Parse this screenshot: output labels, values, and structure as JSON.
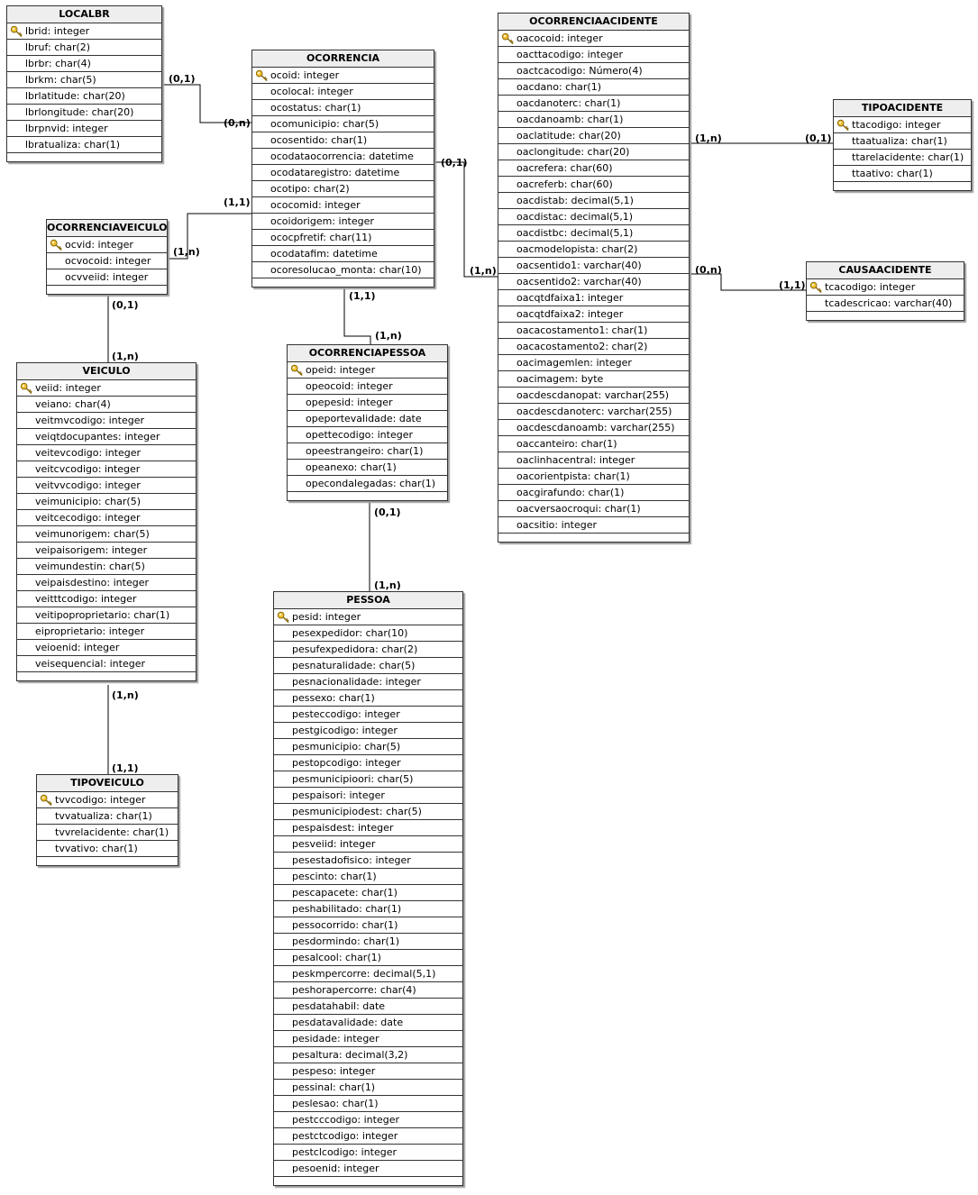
{
  "entities": [
    {
      "id": "localbr",
      "name": "LOCALBR",
      "pk": "lbrid: integer",
      "fields": [
        "lbruf: char(2)",
        "lbrbr: char(4)",
        "lbrkm: char(5)",
        "lbrlatitude: char(20)",
        "lbrlongitude: char(20)",
        "lbrpnvid: integer",
        "lbratualiza: char(1)"
      ]
    },
    {
      "id": "ocorrencia",
      "name": "OCORRENCIA",
      "pk": "ocoid: integer",
      "fields": [
        "ocolocal: integer",
        "ocostatus: char(1)",
        "ocomunicipio: char(5)",
        "ocosentido: char(1)",
        "ocodataocorrencia: datetime",
        "ocodataregistro: datetime",
        "ocotipo: char(2)",
        "ococomid: integer",
        "ocoidorigem: integer",
        "ococpfretif: char(11)",
        "ocodatafim: datetime",
        "ocoresolucao_monta: char(10)"
      ]
    },
    {
      "id": "ocorrenciaacidente",
      "name": "OCORRENCIAACIDENTE",
      "pk": "oacocoid: integer",
      "fields": [
        "oacttacodigo: integer",
        "oactcacodigo: Número(4)",
        "oacdano: char(1)",
        "oacdanoterc: char(1)",
        "oacdanoamb: char(1)",
        "oaclatitude: char(20)",
        "oaclongitude: char(20)",
        "oacrefera: char(60)",
        "oacreferb: char(60)",
        "oacdistab: decimal(5,1)",
        "oacdistac: decimal(5,1)",
        "oacdistbc: decimal(5,1)",
        "oacmodelopista: char(2)",
        "oacsentido1: varchar(40)",
        "oacsentido2: varchar(40)",
        "oacqtdfaixa1: integer",
        "oacqtdfaixa2: integer",
        "oacacostamento1: char(1)",
        "oacacostamento2: char(2)",
        "oacimagemlen: integer",
        "oacimagem: byte",
        "oacdescdanopat: varchar(255)",
        "oacdescdanoterc: varchar(255)",
        "oacdescdanoamb: varchar(255)",
        "oaccanteiro: char(1)",
        "oaclinhacentral: integer",
        "oacorientpista: char(1)",
        "oacgirafundo: char(1)",
        "oacversaocroqui: char(1)",
        "oacsitio: integer"
      ]
    },
    {
      "id": "tipoacidente",
      "name": "TIPOACIDENTE",
      "pk": "ttacodigo: integer",
      "fields": [
        "ttaatualiza: char(1)",
        "ttarelacidente: char(1)",
        "ttaativo: char(1)"
      ]
    },
    {
      "id": "causaacidente",
      "name": "CAUSAACIDENTE",
      "pk": "tcacodigo: integer",
      "fields": [
        "tcadescricao: varchar(40)"
      ]
    },
    {
      "id": "ocorrenciaveiculo",
      "name": "OCORRENCIAVEICULO",
      "pk": "ocvid: integer",
      "fields": [
        "ocvocoid: integer",
        "ocvveiid: integer"
      ]
    },
    {
      "id": "ocorrenciapessoa",
      "name": "OCORRENCIAPESSOA",
      "pk": "opeid: integer",
      "fields": [
        "opeocoid: integer",
        "opepesid: integer",
        "opeportevalidade: date",
        "opettecodigo: integer",
        "opeestrangeiro: char(1)",
        "opeanexo: char(1)",
        "opecondalegadas: char(1)"
      ]
    },
    {
      "id": "veiculo",
      "name": "VEICULO",
      "pk": "veiid: integer",
      "fields": [
        "veiano: char(4)",
        "veitmvcodigo: integer",
        "veiqtdocupantes: integer",
        "veitevcodigo: integer",
        "veitcvcodigo: integer",
        "veitvvcodigo: integer",
        "veimunicipio: char(5)",
        "veitcecodigo: integer",
        "veimunorigem: char(5)",
        "veipaisorigem: integer",
        "veimundestin: char(5)",
        "veipaisdestino: integer",
        "veitttcodigo: integer",
        "veitipoproprietario: char(1)",
        "eiproprietario: integer",
        "veioenid: integer",
        "veisequencial: integer"
      ]
    },
    {
      "id": "tipoveiculo",
      "name": "TIPOVEICULO",
      "pk": "tvvcodigo: integer",
      "fields": [
        "tvvatualiza: char(1)",
        "tvvrelacidente: char(1)",
        "tvvativo: char(1)"
      ]
    },
    {
      "id": "pessoa",
      "name": "PESSOA",
      "pk": "pesid: integer",
      "fields": [
        "pesexpedidor: char(10)",
        "pesufexpedidora: char(2)",
        "pesnaturalidade: char(5)",
        "pesnacionalidade: integer",
        "pessexo: char(1)",
        "pesteccodigo: integer",
        "pestgicodigo: integer",
        "pesmunicipio: char(5)",
        "pestopcodigo: integer",
        "pesmunicipioori: char(5)",
        "pespaisori: integer",
        "pesmunicipiodest: char(5)",
        "pespaisdest: integer",
        "pesveiid: integer",
        "pesestadofisico: integer",
        "pescinto: char(1)",
        "pescapacete: char(1)",
        "peshabilitado: char(1)",
        "pessocorrido: char(1)",
        "pesdormindo: char(1)",
        "pesalcool: char(1)",
        "peskmpercorre: decimal(5,1)",
        "peshorapercorre: char(4)",
        "pesdatahabil: date",
        "pesdatavalidade: date",
        "pesidade: integer",
        "pesaltura: decimal(3,2)",
        "pespeso: integer",
        "pessinal: char(1)",
        "peslesao: char(1)",
        "pestcccodigo: integer",
        "pestctcodigo: integer",
        "pestclcodigo: integer",
        "pesoenid: integer"
      ]
    }
  ],
  "cardinalities": [
    {
      "id": "localbr-side",
      "text": "(0,1)"
    },
    {
      "id": "ocorrencia-localbr-side",
      "text": "(0,n)"
    },
    {
      "id": "ocorrencia-acid-side",
      "text": "(0,1)"
    },
    {
      "id": "acidente-oco-side",
      "text": "(1,n)"
    },
    {
      "id": "acidente-tipo-side",
      "text": "(1,n)"
    },
    {
      "id": "tipoacidente-side",
      "text": "(0,1)"
    },
    {
      "id": "acidente-causa-side",
      "text": "(0,n)"
    },
    {
      "id": "causaacidente-side",
      "text": "(1,1)"
    },
    {
      "id": "ocorrencia-veic-side",
      "text": "(1,1)"
    },
    {
      "id": "ocorrenciaveiculo-oco-side",
      "text": "(1,n)"
    },
    {
      "id": "ocorrenciaveiculo-veic-side",
      "text": "(0,1)"
    },
    {
      "id": "veiculo-ocv-side",
      "text": "(1,n)"
    },
    {
      "id": "ocorrencia-pessoa-side",
      "text": "(1,1)"
    },
    {
      "id": "ocorrenciapessoa-oco-side",
      "text": "(1,n)"
    },
    {
      "id": "ocorrenciapessoa-pes-side",
      "text": "(0,1)"
    },
    {
      "id": "pessoa-ope-side",
      "text": "(1,n)"
    },
    {
      "id": "veiculo-tipo-side",
      "text": "(1,n)"
    },
    {
      "id": "tipoveiculo-side",
      "text": "(1,1)"
    }
  ]
}
